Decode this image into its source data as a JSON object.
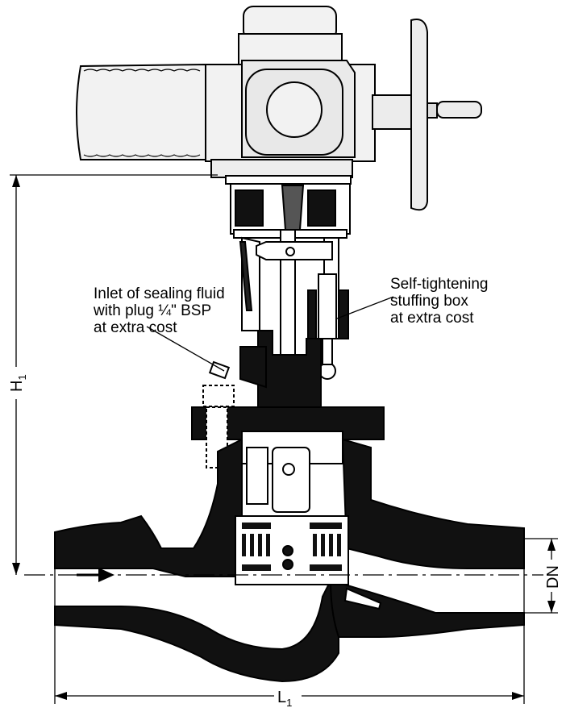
{
  "annotations": {
    "inlet": {
      "lines": [
        "Inlet of sealing fluid",
        "with plug ¼\" BSP",
        "at extra cost"
      ]
    },
    "stuffing_box": {
      "lines": [
        "Self-tightening",
        "stuffing box",
        "at extra cost"
      ]
    }
  },
  "dimensions": {
    "height": {
      "main": "H",
      "sub": "1"
    },
    "length": {
      "main": "L",
      "sub": "1"
    },
    "nominal_diameter": "DN"
  },
  "colors": {
    "ink": "#000000",
    "paper": "#ffffff",
    "body_shade": "#f2f2f2"
  }
}
